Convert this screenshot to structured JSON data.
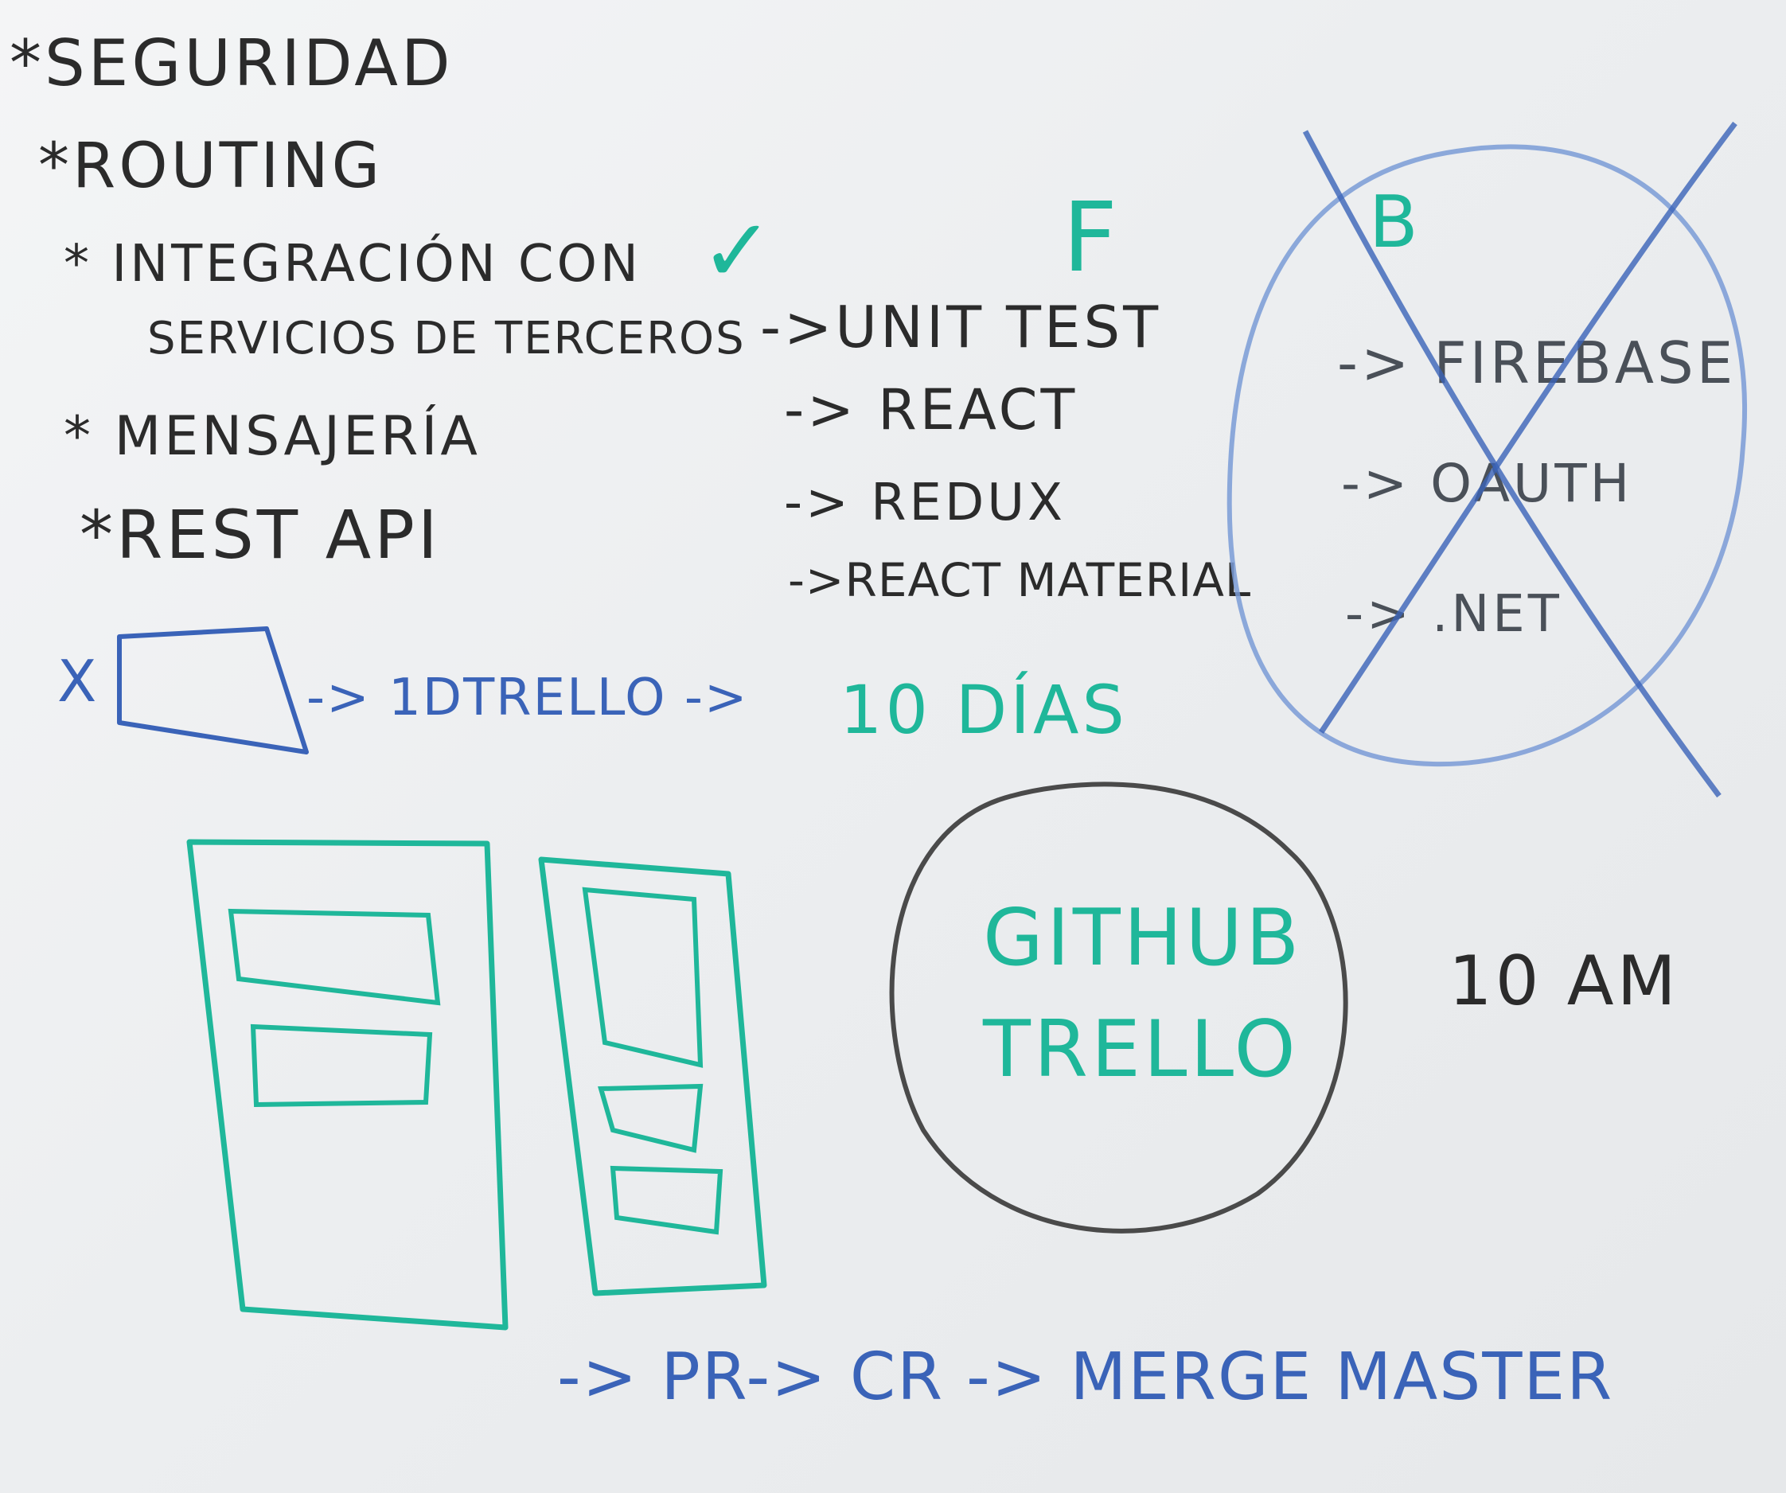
{
  "board": {
    "requirements": [
      "*SEGURIDAD",
      "*ROUTING",
      "* INTEGRACIÓN CON",
      "SERVICIOS DE TERCEROS",
      "* MENSAJERÍA",
      "*REST API"
    ],
    "checkmark": "✓",
    "frontend": {
      "label": "F",
      "items": [
        "->UNIT TEST",
        "-> REACT",
        "-> REDUX",
        "->REACT MATERIAL"
      ]
    },
    "backend": {
      "label": "B",
      "items": [
        "-> FIREBASE",
        "-> OAUTH",
        "-> .NET"
      ],
      "crossed_out": true
    },
    "sprint": {
      "prefix": "X",
      "flow": "-> 1DTRELLO ->",
      "duration": "10 DÍAS"
    },
    "tools": [
      "GITHUB",
      "TRELLO"
    ],
    "time": "10 AM",
    "workflow": "-> PR-> CR -> MERGE MASTER",
    "colors": {
      "black_marker": "#2b2b2b",
      "blue_marker": "#3a63b8",
      "teal_marker": "#1fb79a",
      "board": "#eceef0"
    }
  }
}
